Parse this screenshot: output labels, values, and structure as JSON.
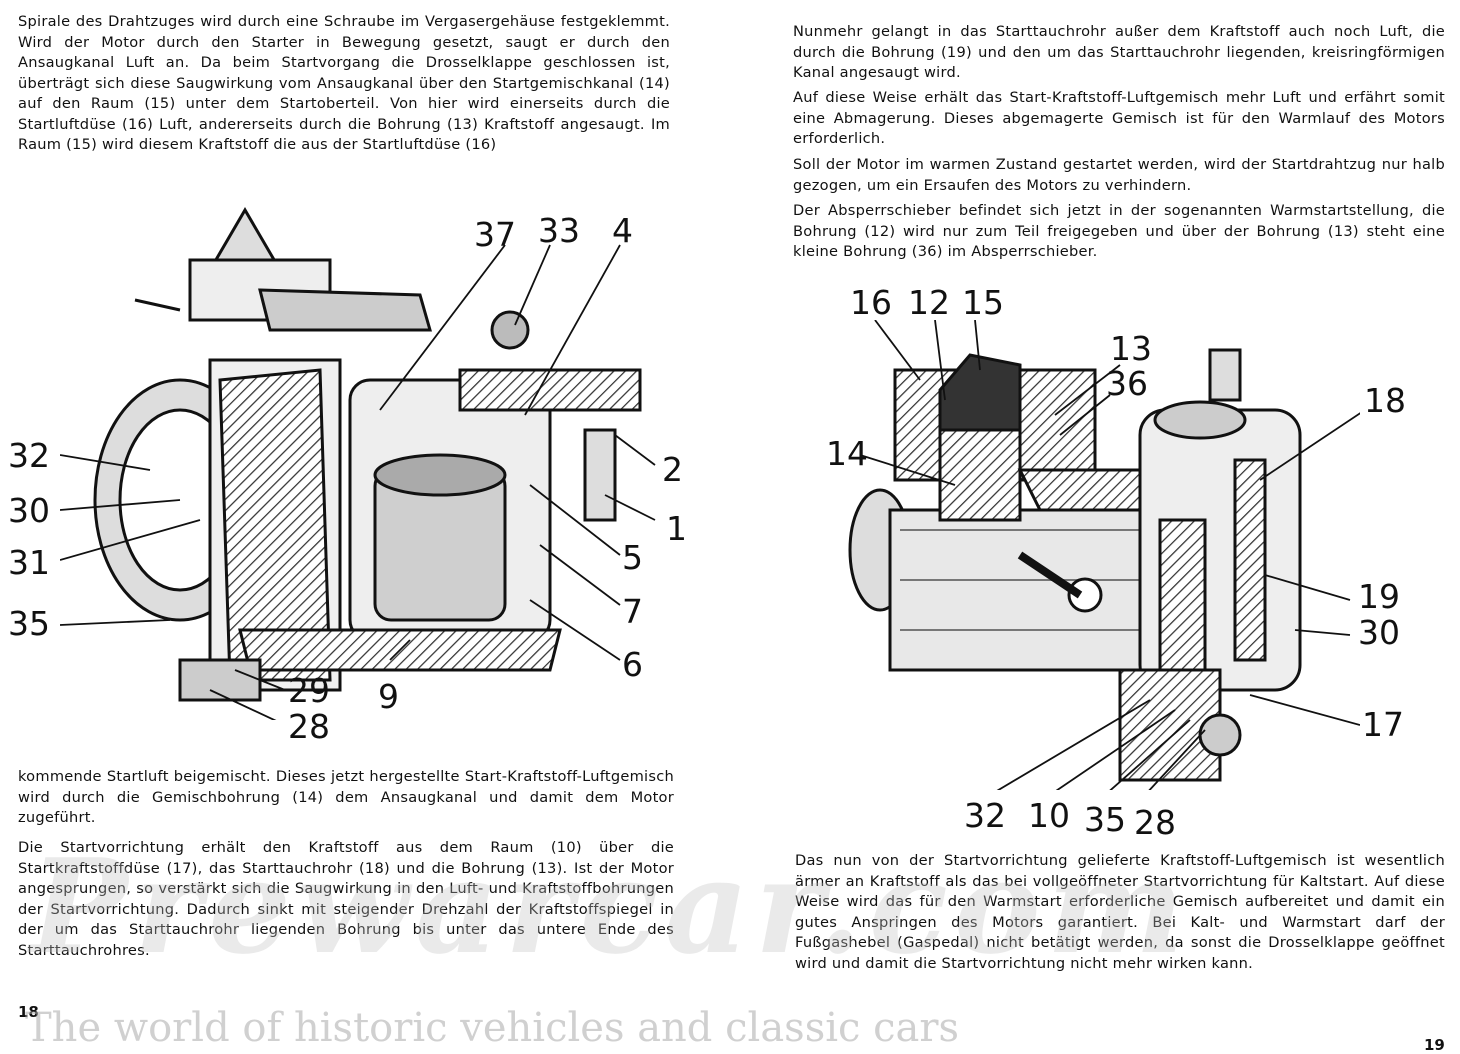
{
  "left_page": {
    "top_text": "Spirale des Drahtzuges wird durch eine Schraube im Vergasergehäuse festgeklemmt. Wird der Motor durch den Starter in Bewegung gesetzt, saugt er durch den Ansaugkanal Luft an. Da beim Startvorgang die Drosselklappe geschlossen ist, überträgt sich diese Saugwirkung vom Ansaugkanal über den Startgemischkanal (14) auf den Raum (15) unter dem Startoberteil. Von hier wird einerseits durch die Startluftdüse (16) Luft, andererseits durch die Bohrung (13) Kraftstoff angesaugt. Im Raum (15) wird diesem Kraftstoff die aus der Startluftdüse (16)",
    "bottom_text_1": "kommende Startluft beigemischt. Dieses jetzt hergestellte Start-Kraftstoff-Luftgemisch wird durch die Gemischbohrung (14) dem Ansaugkanal und damit dem Motor zugeführt.",
    "bottom_text_2": "Die Startvorrichtung erhält den Kraftstoff aus dem Raum (10) über die Startkraftstoffdüse (17), das Starttauchrohr (18) und die Bohrung (13). Ist der Motor angesprungen, so verstärkt sich die Saugwirkung in den Luft- und Kraftstoffbohrungen der Startvorrichtung. Dadurch sinkt mit steigender Drehzahl der Kraftstoffspiegel in der um das Starttauchrohr liegenden Bohrung bis unter das untere Ende des Starttauchrohres.",
    "page_number": "18",
    "figure_labels": [
      "37",
      "33",
      "4",
      "2",
      "1",
      "5",
      "7",
      "6",
      "9",
      "29",
      "28",
      "35",
      "31",
      "30",
      "32"
    ]
  },
  "right_page": {
    "top_text_1": "Nunmehr gelangt in das Starttauchrohr außer dem Kraftstoff auch noch Luft, die durch die Bohrung (19) und den um das Starttauchrohr liegenden, kreisringförmigen Kanal angesaugt wird.",
    "top_text_2": "Auf diese Weise erhält das Start-Kraftstoff-Luftgemisch mehr Luft und erfährt somit eine Abmagerung. Dieses abgemagerte Gemisch ist für den Warmlauf des Motors erforderlich.",
    "top_text_3": "Soll der Motor im warmen Zustand gestartet werden, wird der Startdrahtzug nur halb gezogen, um ein Ersaufen des Motors zu verhindern.",
    "top_text_4": "Der Absperrschieber befindet sich jetzt in der sogenannten Warmstartstellung, die Bohrung (12) wird nur zum Teil freigegeben und über der Bohrung (13) steht eine kleine Bohrung (36) im Absperrschieber.",
    "bottom_text": "Das nun von der Startvorrichtung gelieferte Kraftstoff-Luftgemisch ist wesentlich ärmer an Kraftstoff als das bei vollgeöffneter Startvorrichtung für Kaltstart. Auf diese Weise wird das für den Warmstart erforderliche Gemisch aufbereitet und damit ein gutes Anspringen des Motors garantiert. Bei Kalt- und Warmstart darf der Fußgashebel (Gaspedal) nicht betätigt werden, da sonst die Drosselklappe geöffnet wird und damit die Startvorrichtung nicht mehr wirken kann.",
    "page_number": "19",
    "figure_labels": [
      "16",
      "12",
      "15",
      "13",
      "36",
      "14",
      "18",
      "19",
      "30",
      "17",
      "32",
      "10",
      "35",
      "28"
    ]
  },
  "watermark": {
    "logo_text": "Prewarcar.com",
    "tagline": "The world of historic vehicles and classic cars"
  }
}
